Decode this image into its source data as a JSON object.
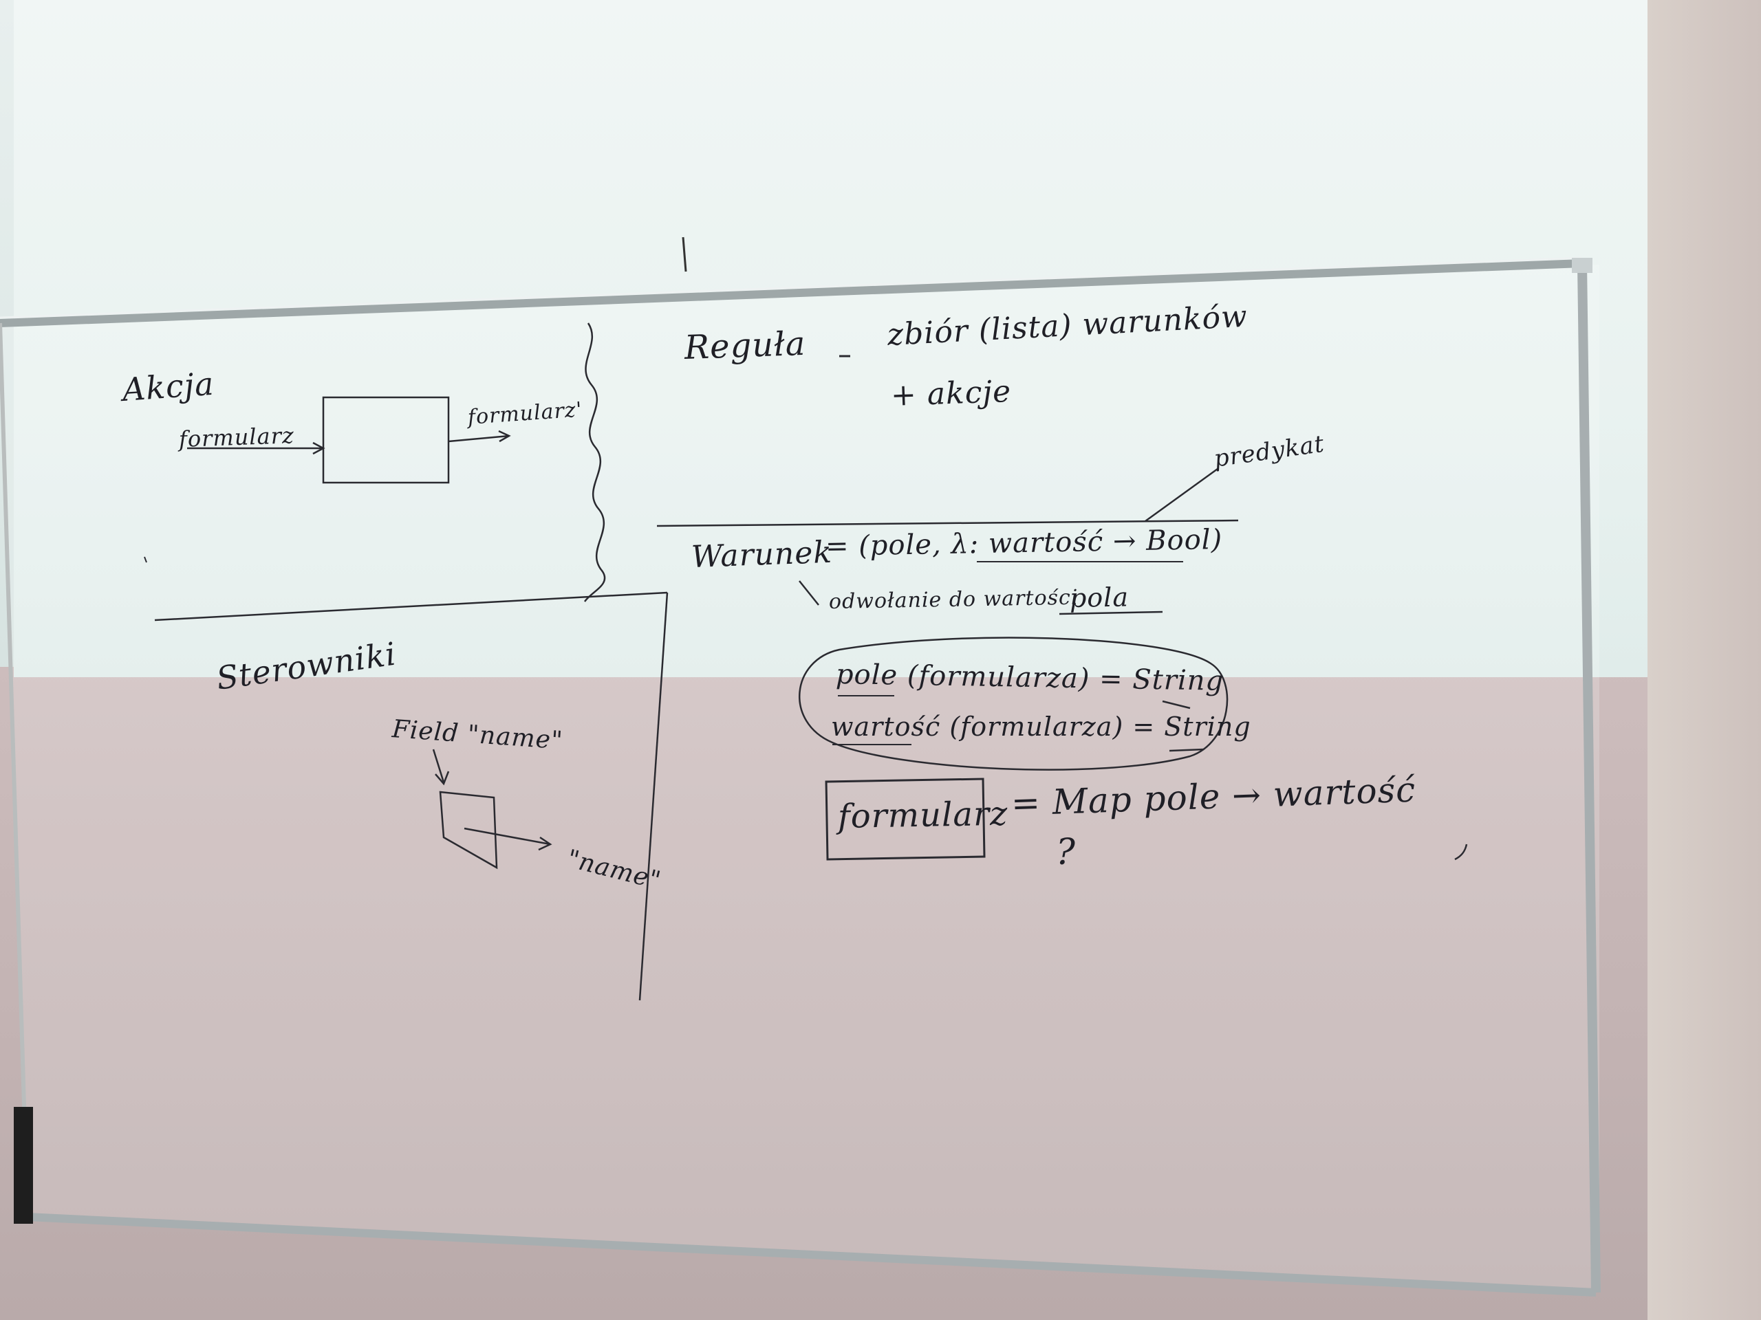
{
  "board": {
    "left": {
      "akcja": "Akcja",
      "formularz_in": "formularz",
      "formularz_out": "formularz'",
      "sterowniki": "Sterowniki",
      "field_label": "Field \"name\"",
      "name_out": "\"name\""
    },
    "right": {
      "regula": "Reguła",
      "dash": "-",
      "definition": "zbiór (lista) warunków",
      "plus_akcje": "+ akcje",
      "predykat": "predykat",
      "warunek": "Warunek",
      "warunek_eq": "= (pole, λ: wartość → Bool)",
      "odwolanie": "odwołanie do wartości",
      "pola": "pola",
      "line1": "pole (formularza) = String",
      "line2": "wartość (formularza) = String",
      "formularz_box": "formularz",
      "map_eq": "= Map pole → wartość",
      "question": "?"
    }
  }
}
